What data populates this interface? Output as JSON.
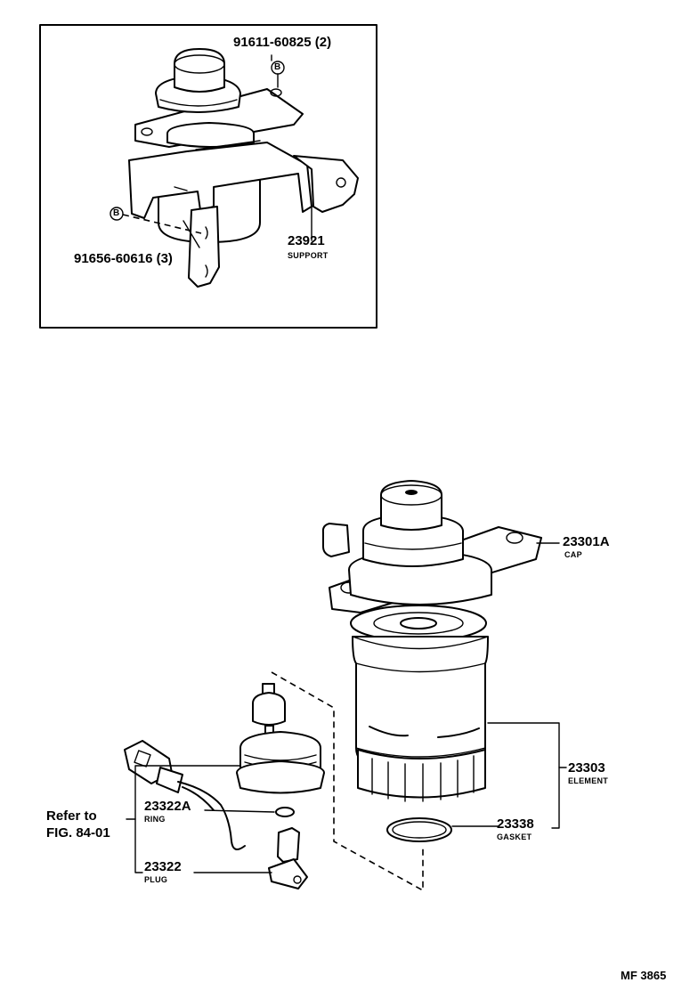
{
  "diagram_code": "MF 3865",
  "detail_box": {
    "bolt_marker": "B",
    "parts": [
      {
        "number": "91611-60825 (2)",
        "name": ""
      },
      {
        "number": "91656-60616 (3)",
        "name": ""
      },
      {
        "number": "23921",
        "name": "SUPPORT"
      }
    ]
  },
  "main": {
    "parts": [
      {
        "number": "23301A",
        "name": "CAP"
      },
      {
        "number": "23303",
        "name": "ELEMENT"
      },
      {
        "number": "23338",
        "name": "GASKET"
      },
      {
        "number": "23322A",
        "name": "RING"
      },
      {
        "number": "23322",
        "name": "PLUG"
      }
    ],
    "reference": {
      "line1": "Refer to",
      "line2": "FIG. 84-01"
    }
  }
}
